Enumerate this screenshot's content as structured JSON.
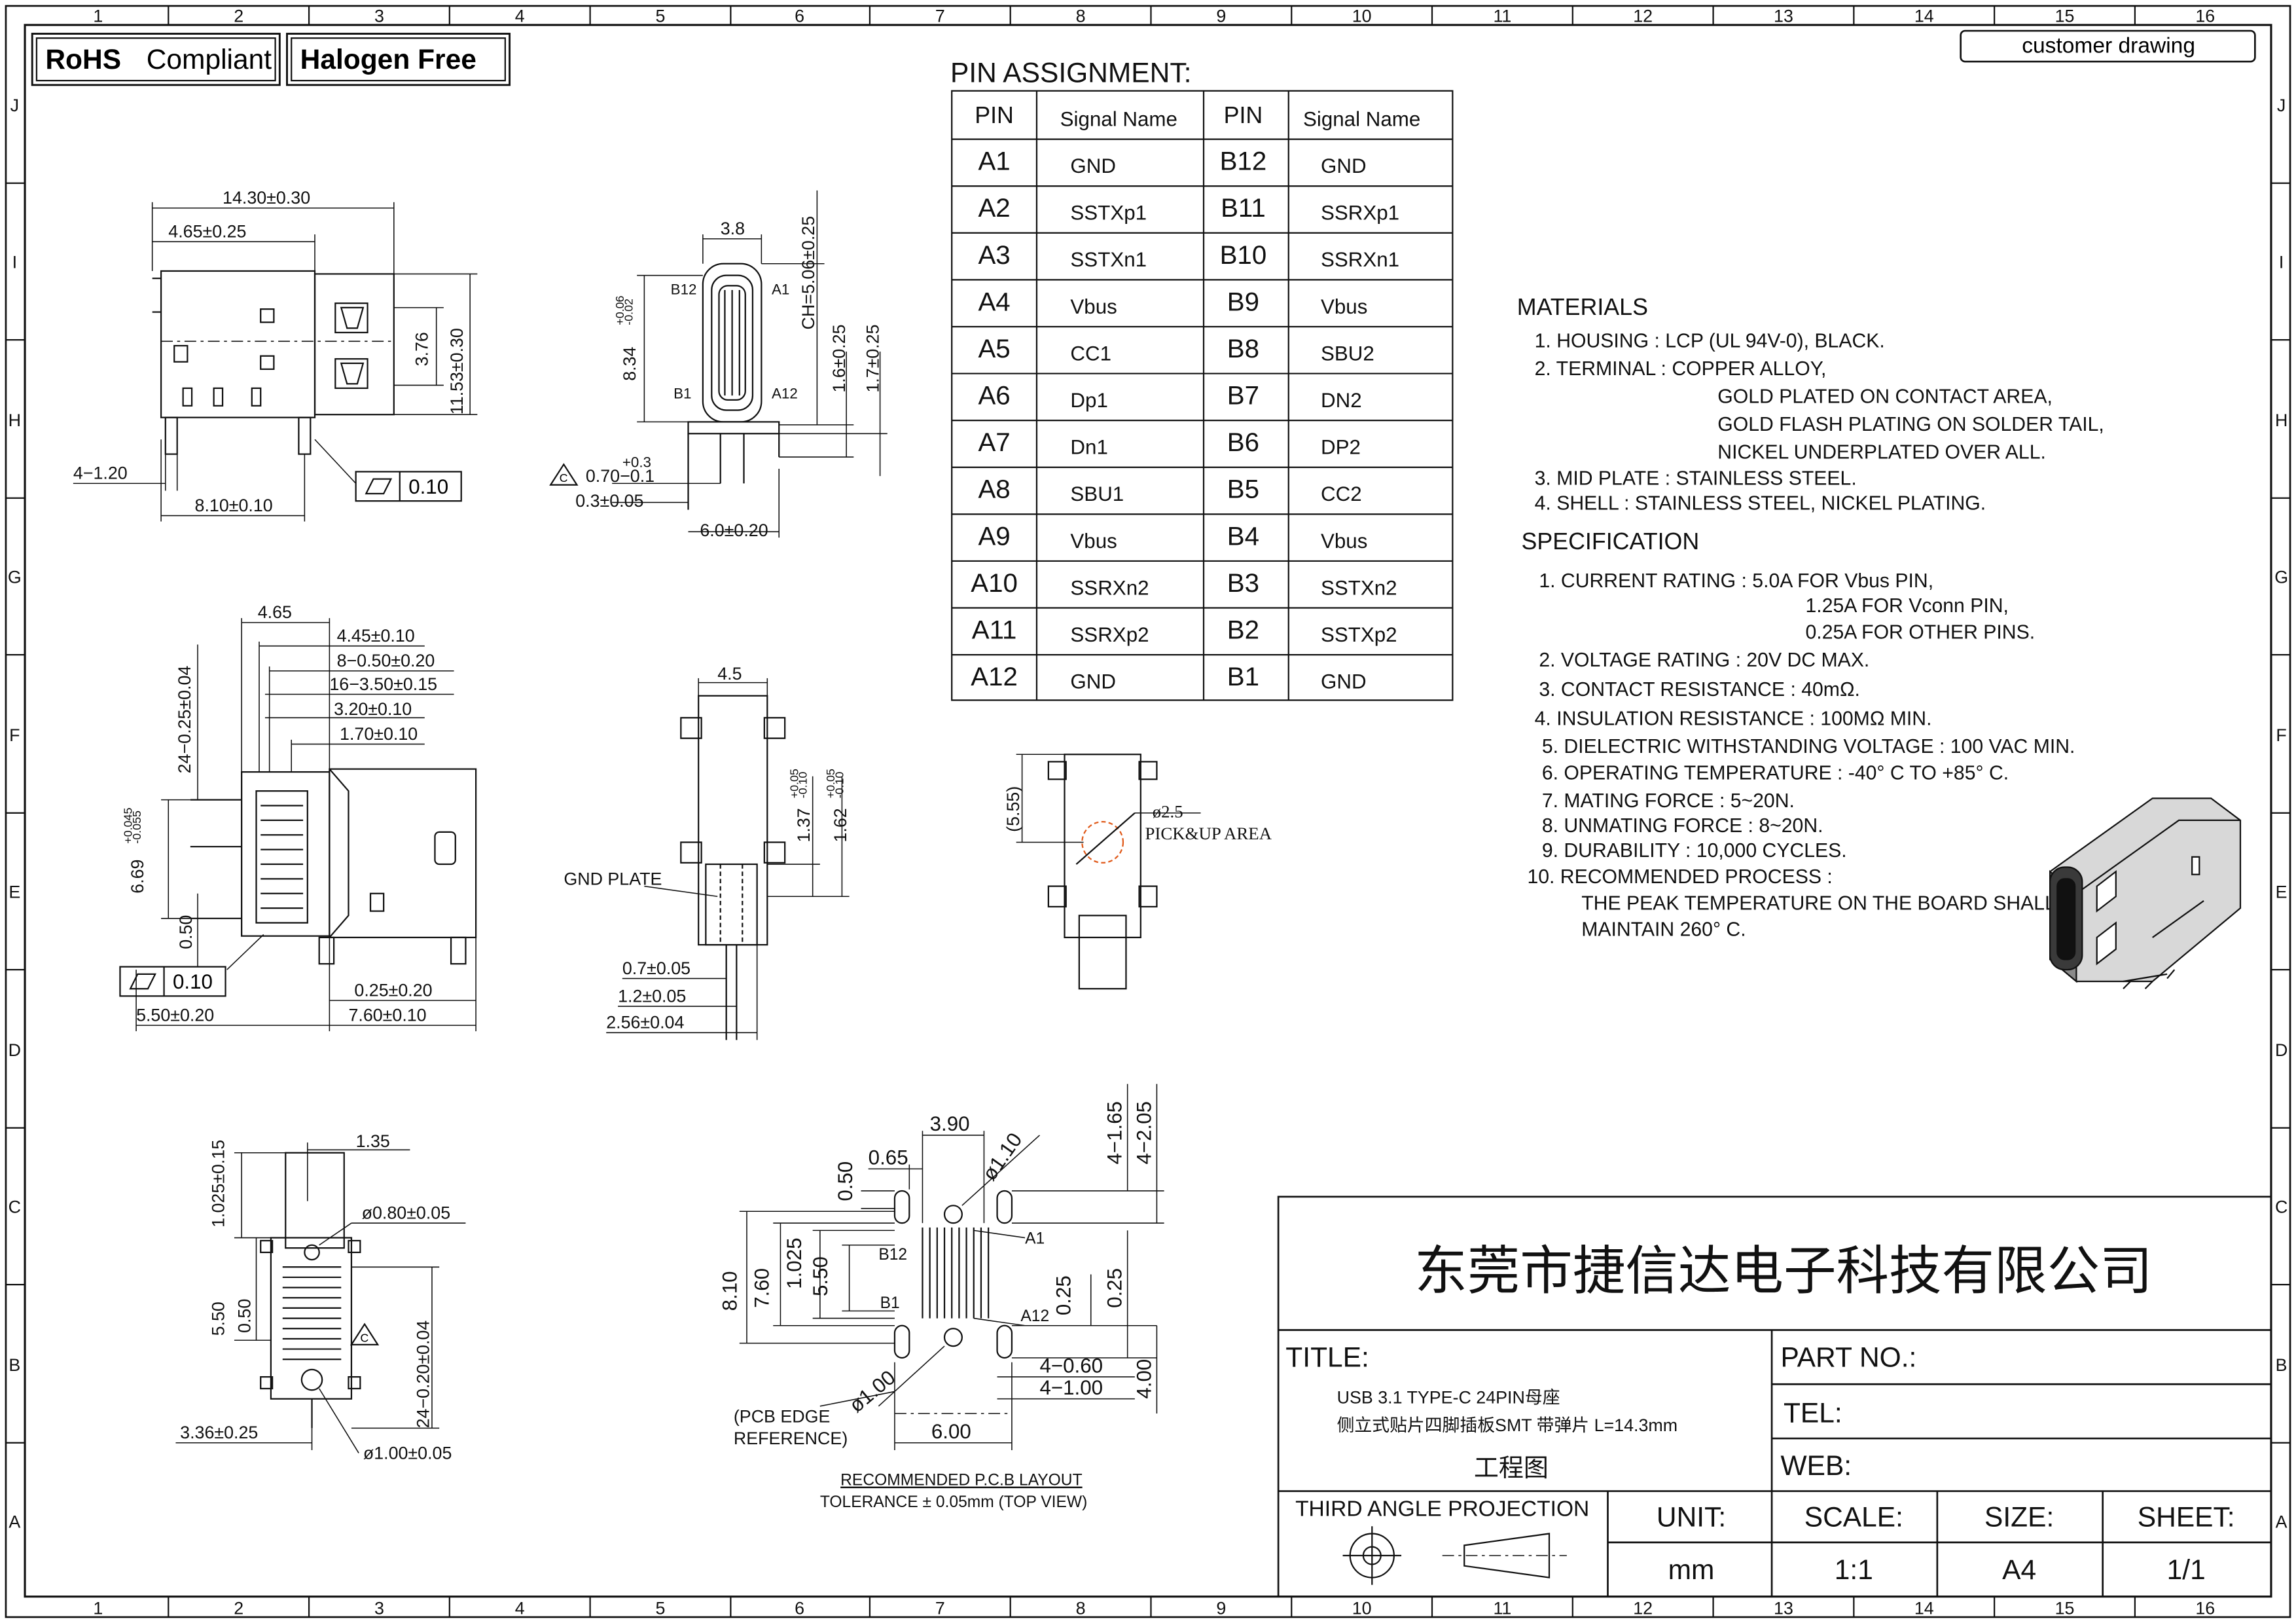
{
  "badges": {
    "rohs": "RoHS",
    "rohs_compliant": "Compliant",
    "halogen_free": "Halogen Free",
    "customer_drawing": "customer drawing"
  },
  "border": {
    "columns": [
      "1",
      "2",
      "3",
      "4",
      "5",
      "6",
      "7",
      "8",
      "9",
      "10",
      "11",
      "12",
      "13",
      "14",
      "15",
      "16"
    ],
    "rows": [
      "J",
      "I",
      "H",
      "G",
      "F",
      "E",
      "D",
      "C",
      "B",
      "A"
    ]
  },
  "pin_assignment": {
    "title": "PIN ASSIGNMENT:",
    "headers": [
      "PIN",
      "Signal Name",
      "PIN",
      "Signal Name"
    ],
    "rows": [
      [
        "A1",
        "GND",
        "B12",
        "GND"
      ],
      [
        "A2",
        "SSTXp1",
        "B11",
        "SSRXp1"
      ],
      [
        "A3",
        "SSTXn1",
        "B10",
        "SSRXn1"
      ],
      [
        "A4",
        "Vbus",
        "B9",
        "Vbus"
      ],
      [
        "A5",
        "CC1",
        "B8",
        "SBU2"
      ],
      [
        "A6",
        "Dp1",
        "B7",
        "DN2"
      ],
      [
        "A7",
        "Dn1",
        "B6",
        "DP2"
      ],
      [
        "A8",
        "SBU1",
        "B5",
        "CC2"
      ],
      [
        "A9",
        "Vbus",
        "B4",
        "Vbus"
      ],
      [
        "A10",
        "SSRXn2",
        "B3",
        "SSTXn2"
      ],
      [
        "A11",
        "SSRXp2",
        "B2",
        "SSTXp2"
      ],
      [
        "A12",
        "GND",
        "B1",
        "GND"
      ]
    ]
  },
  "materials": {
    "title": "MATERIALS",
    "lines": [
      "1. HOUSING : LCP (UL 94V-0), BLACK.",
      "2. TERMINAL : COPPER ALLOY,",
      "GOLD PLATED ON CONTACT AREA,",
      "GOLD FLASH PLATING ON SOLDER TAIL,",
      "NICKEL UNDERPLATED OVER ALL.",
      "3. MID PLATE : STAINLESS STEEL.",
      "4. SHELL : STAINLESS STEEL, NICKEL PLATING."
    ]
  },
  "specification": {
    "title": "SPECIFICATION",
    "lines": [
      "1. CURRENT RATING : 5.0A FOR Vbus PIN,",
      "1.25A FOR Vconn PIN,",
      "0.25A FOR OTHER PINS.",
      "2. VOLTAGE RATING : 20V DC MAX.",
      "3. CONTACT RESISTANCE : 40mΩ.",
      "4. INSULATION RESISTANCE : 100MΩ MIN.",
      "5. DIELECTRIC WITHSTANDING VOLTAGE : 100 VAC MIN.",
      "6. OPERATING TEMPERATURE : -40° C TO +85° C.",
      "7. MATING FORCE : 5~20N.",
      "8. UNMATING FORCE : 8~20N.",
      "9. DURABILITY : 10,000 CYCLES.",
      "10. RECOMMENDED PROCESS :",
      "THE PEAK TEMPERATURE ON THE BOARD SHALL",
      "MAINTAIN 260° C."
    ]
  },
  "dims": {
    "top_view": [
      "14.30±0.30",
      "4.65±0.25",
      "3.76",
      "11.53±0.30",
      "4−1.20",
      "8.10±0.10",
      "0.10"
    ],
    "front_view": [
      "3.8",
      "B12",
      "A1",
      "CH=5.06±0.25",
      "8.34",
      "+0.06",
      "-0.02",
      "1.6±0.25",
      "1.7±0.25",
      "B1",
      "A12",
      "+0.3",
      "0.70−0.1",
      "0.3±0.05",
      "6.0±0.20"
    ],
    "side_view": [
      "4.65",
      "4.45±0.10",
      "8−0.50±0.20",
      "16−3.50±0.15",
      "3.20±0.10",
      "1.70±0.10",
      "24−0.25±0.04",
      "6.69",
      "+0.045",
      "-0.055",
      "0.50",
      "0.10",
      "0.25±0.20",
      "5.50±0.20",
      "7.60±0.10"
    ],
    "end_view": [
      "4.5",
      "1.37",
      "+0.05",
      "-0.10",
      "1.62",
      "+0.05",
      "-0.10",
      "GND PLATE",
      "0.7±0.05",
      "1.2±0.05",
      "2.56±0.04"
    ],
    "pick_view": [
      "(5.55)",
      "ø2.5",
      "PICK&UP AREA"
    ],
    "bottom_view": [
      "1.35",
      "1.025±0.15",
      "ø0.80±0.05",
      "5.50",
      "0.50",
      "24−0.20±0.04",
      "3.36±0.25",
      "ø1.00±0.05"
    ],
    "pcb_layout": [
      "3.90",
      "0.65",
      "0.50",
      "ø1.10",
      "4−1.65",
      "4−2.05",
      "A1",
      "B12",
      "8.10",
      "7.60",
      "1.025",
      "5.50",
      "B1",
      "A12",
      "0.25",
      "0.25",
      "4−0.60",
      "4−1.00",
      "4.00",
      "ø1.00",
      "6.00",
      "(PCB EDGE",
      "REFERENCE)"
    ],
    "pcb_caption": "RECOMMENDED P.C.B LAYOUT",
    "pcb_tolerance": "TOLERANCE ± 0.05mm (TOP VIEW)"
  },
  "title_block": {
    "company": "东莞市捷信达电子科技有限公司",
    "title_label": "TITLE:",
    "title_line1": "USB 3.1 TYPE-C 24PIN母座",
    "title_line2": "侧立式贴片四脚插板SMT 带弹片 L=14.3mm",
    "drawing_type": "工程图",
    "part_no": "PART NO.:",
    "tel": "TEL:",
    "web": "WEB:",
    "projection": "THIRD ANGLE PROJECTION",
    "unit_label": "UNIT:",
    "unit_value": "mm",
    "scale_label": "SCALE:",
    "scale_value": "1:1",
    "size_label": "SIZE:",
    "size_value": "A4",
    "sheet_label": "SHEET:",
    "sheet_value": "1/1"
  }
}
